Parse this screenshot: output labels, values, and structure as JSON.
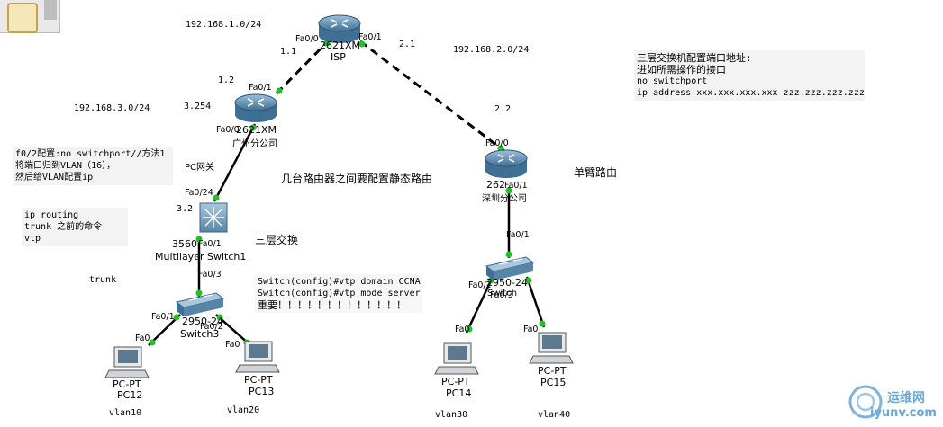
{
  "toolbar": {
    "icon": "topology-tool-icon"
  },
  "networks": {
    "net1": "192.168.1.0/24",
    "net2": "192.168.2.0/24",
    "net3": "192.168.3.0/24"
  },
  "addresses": {
    "isp_fa00": "1.1",
    "isp_fa01": "2.1",
    "gz_fa01": "1.2",
    "gz_fa00": "3.254",
    "sz_fa00": "2.2",
    "ml_fa024": "3.2"
  },
  "devices": {
    "isp": {
      "model": "2621XM",
      "name": "ISP"
    },
    "gz_router": {
      "model": "2621XM",
      "name": "广州分公司"
    },
    "sz_router": {
      "model": "262",
      "name": "深圳分公司"
    },
    "ml_switch": {
      "model": "3560",
      "name": "Multilayer Switch1"
    },
    "sw_left": {
      "model": "2950-24",
      "name": "Switch3"
    },
    "sw_right": {
      "model": "2950-24",
      "name": "Switch"
    },
    "pc12": {
      "type": "PC-PT",
      "name": "PC12",
      "vlan": "vlan10"
    },
    "pc13": {
      "type": "PC-PT",
      "name": "PC13",
      "vlan": "vlan20"
    },
    "pc14": {
      "type": "PC-PT",
      "name": "PC14",
      "vlan": "vlan30"
    },
    "pc15": {
      "type": "PC-PT",
      "name": "PC15",
      "vlan": "vlan40"
    }
  },
  "ports": {
    "isp_left": "Fa0/0",
    "isp_right": "Fa0/1",
    "gz_top": "Fa0/1",
    "gz_bottom": "Fa0/0",
    "ml_top": "Fa0/24",
    "ml_right": "Fa0/1",
    "ml_bottom": "Fa0/3",
    "swl_left": "Fa0/1",
    "swl_right": "Fa0/2",
    "pc12_port": "Fa0",
    "pc13_port": "Fa0",
    "sz_top": "Fa0/0",
    "sz_bottom": "Fa0/1",
    "swr_top": "Fa0/1",
    "swr_left": "Fa0/2",
    "swr_right": "Fa0/3",
    "pc14_port": "Fa0",
    "pc15_port": "Fa0"
  },
  "labels": {
    "pc_gateway": "PC网关",
    "static_route": "几台路由器之间要配置静态路由",
    "l3_switch": "三层交换",
    "trunk": "trunk",
    "router_on_stick": "单臂路由"
  },
  "notes": {
    "l3_port_lines": [
      "三层交换机配置端口地址:",
      "进如所需操作的接口",
      "no switchport",
      "ip address xxx.xxx.xxx.xxx zzz.zzz.zzz.zzz"
    ],
    "f02_lines": [
      "f0/2配置:no switchport//方法1",
      "将端口归到VLAN（16），",
      "然后给VLAN配置ip"
    ],
    "ip_routing_lines": [
      "ip routing",
      "trunk 之前的命令",
      "vtp"
    ],
    "vtp_lines": [
      "Switch(config)#vtp domain CCNA",
      "Switch(config)#vtp mode server",
      "重要！！！！！！！！！！！！！"
    ]
  },
  "watermark": {
    "cn": "运维网",
    "url": "iyunv.com"
  },
  "colors": {
    "link": "#000000",
    "port_dot": "#22c022",
    "router": "#5a86a8",
    "switch": "#6f97b5",
    "note_bg": "#f3f3f3"
  }
}
